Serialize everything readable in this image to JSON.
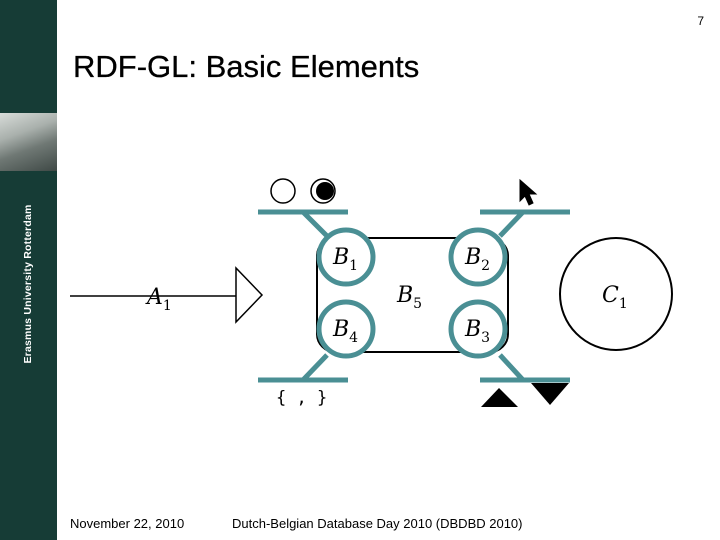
{
  "slide": {
    "page_number": "7",
    "title": "RDF-GL: Basic Elements",
    "brand_vertical": "Erasmus University Rotterdam",
    "footer_date": "November 22, 2010",
    "footer_event": "Dutch-Belgian Database Day 2010 (DBDBD 2010)"
  },
  "colors": {
    "sidebar": "#163c36",
    "teal": "#4a8f94",
    "black": "#000000"
  },
  "diagram": {
    "label_a": {
      "base": "A",
      "sub": "1"
    },
    "label_b1": {
      "base": "B",
      "sub": "1"
    },
    "label_b2": {
      "base": "B",
      "sub": "2"
    },
    "label_b3": {
      "base": "B",
      "sub": "3"
    },
    "label_b4": {
      "base": "B",
      "sub": "4"
    },
    "label_b5": {
      "base": "B",
      "sub": "5"
    },
    "label_c": {
      "base": "C",
      "sub": "1"
    },
    "set_notation": "{ , }"
  },
  "icons": [
    "empty-circle-icon",
    "filled-circle-icon",
    "pointer-cursor-icon",
    "up-triangle-icon",
    "down-triangle-icon",
    "triangle-arrow-icon"
  ]
}
